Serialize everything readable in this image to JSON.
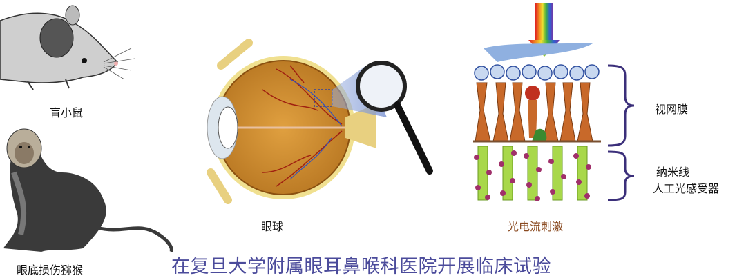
{
  "labels": {
    "mouse": "盲小鼠",
    "monkey": "眼底损伤猕猴",
    "eyeball": "眼球",
    "photocurrent": "光电流刺激",
    "retina": "视网膜",
    "nanowire_line1": "纳米线",
    "nanowire_line2": "人工光感受器"
  },
  "title": "在复旦大学附属眼耳鼻喉科医院开展临床试验",
  "colors": {
    "title": "#4b4b9b",
    "photocurrent": "#8a4a20",
    "bracket": "#3b2f7a",
    "eye": "#c98a2c",
    "nanowire": "#a8d84a",
    "nanodot": "#a0306a"
  }
}
